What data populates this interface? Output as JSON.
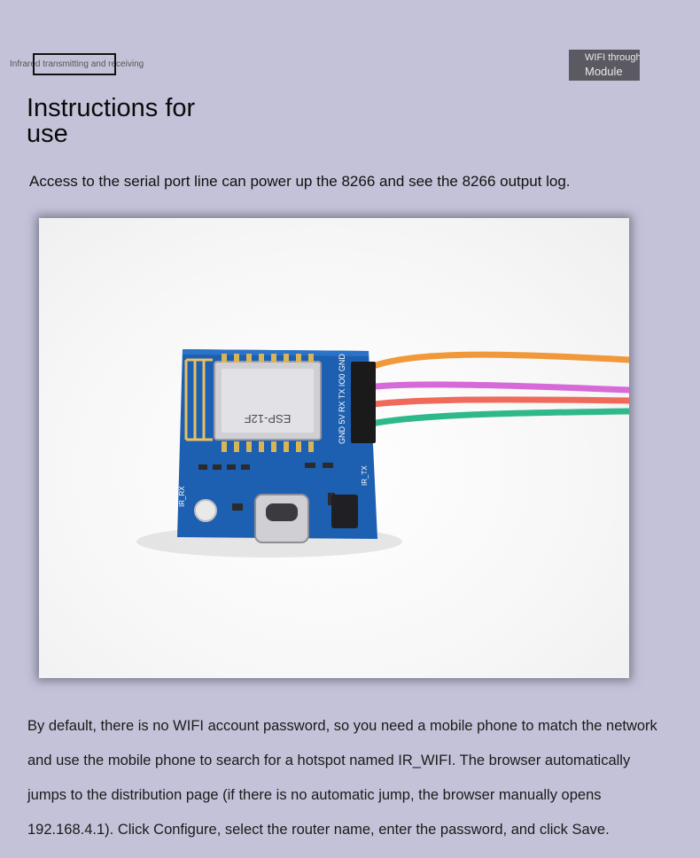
{
  "header": {
    "tag_left": "Infrared transmitting and receiving",
    "badge_line1": "WIFI through",
    "badge_line2": "Module"
  },
  "title": "Instructions for use",
  "intro": "Access to the serial port line can power up the 8266 and see the 8266 output log.",
  "photo": {
    "module_label": "ESP-12F",
    "pin_labels": "GND 5V RX TX IO0 GND",
    "rx_label": "IR_RX",
    "tx_label": "IR_TX",
    "wire_colors": [
      "#f0983a",
      "#d66ad8",
      "#ef6a5a",
      "#2fb889"
    ]
  },
  "paragraph": "By default, there is no WIFI account password, so you need a mobile phone to match the network and use the mobile phone to search for a hotspot named IR_WIFI. The browser automatically jumps to the distribution page (if there is no automatic jump, the browser manually opens 192.168.4.1). Click Configure, select the router name, enter the password, and click Save."
}
